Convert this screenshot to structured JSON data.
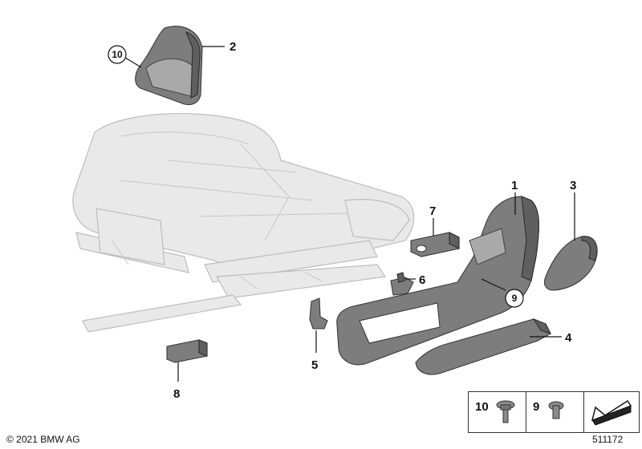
{
  "callouts": {
    "c1": "1",
    "c2": "2",
    "c3": "3",
    "c4": "4",
    "c5": "5",
    "c6": "6",
    "c7": "7",
    "c8": "8",
    "c9": "9",
    "c10": "10"
  },
  "legend": {
    "screw_10": "10",
    "screw_9": "9"
  },
  "footer": {
    "copyright": "© 2021 BMW AG",
    "diagram_id": "511172"
  },
  "colors": {
    "part_fill": "#7d7d7d",
    "ghost_fill": "#e9e9e9",
    "line": "#111111"
  }
}
